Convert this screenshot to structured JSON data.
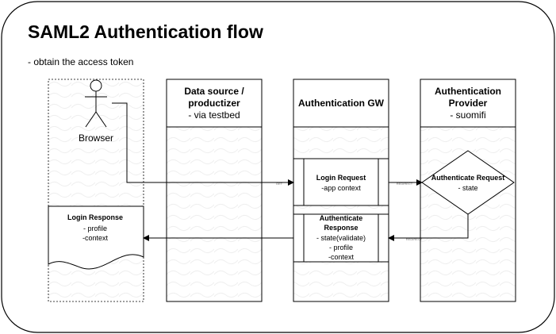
{
  "diagram": {
    "title": "SAML2 Authentication flow",
    "subtitle": "- obtain the access token",
    "lanes": {
      "browser": {
        "label": "Browser"
      },
      "datasource": {
        "title_line1": "Data source /",
        "title_line2": "productizer",
        "sub": "- via testbed"
      },
      "gw": {
        "title": "Authentication GW"
      },
      "provider": {
        "title_line1": "Authentication",
        "title_line2": "Provider",
        "sub": "- suomifi"
      }
    },
    "nodes": {
      "login_request": {
        "title": "Login Request",
        "line1": "-app context"
      },
      "authenticate_request": {
        "title": "Authenticate Request",
        "line1": "- state"
      },
      "authenticate_response": {
        "title_line1": "Authenticate",
        "title_line2": "Response",
        "line1": "- state(validate)",
        "line2": "- profile",
        "line3": "-context"
      },
      "login_response": {
        "title": "Login Response",
        "line1": "- profile",
        "line2": "-context"
      }
    },
    "edges": {
      "get": "GET",
      "redirect1": "REDIRECT",
      "redirect2": "REDIRECT"
    }
  }
}
